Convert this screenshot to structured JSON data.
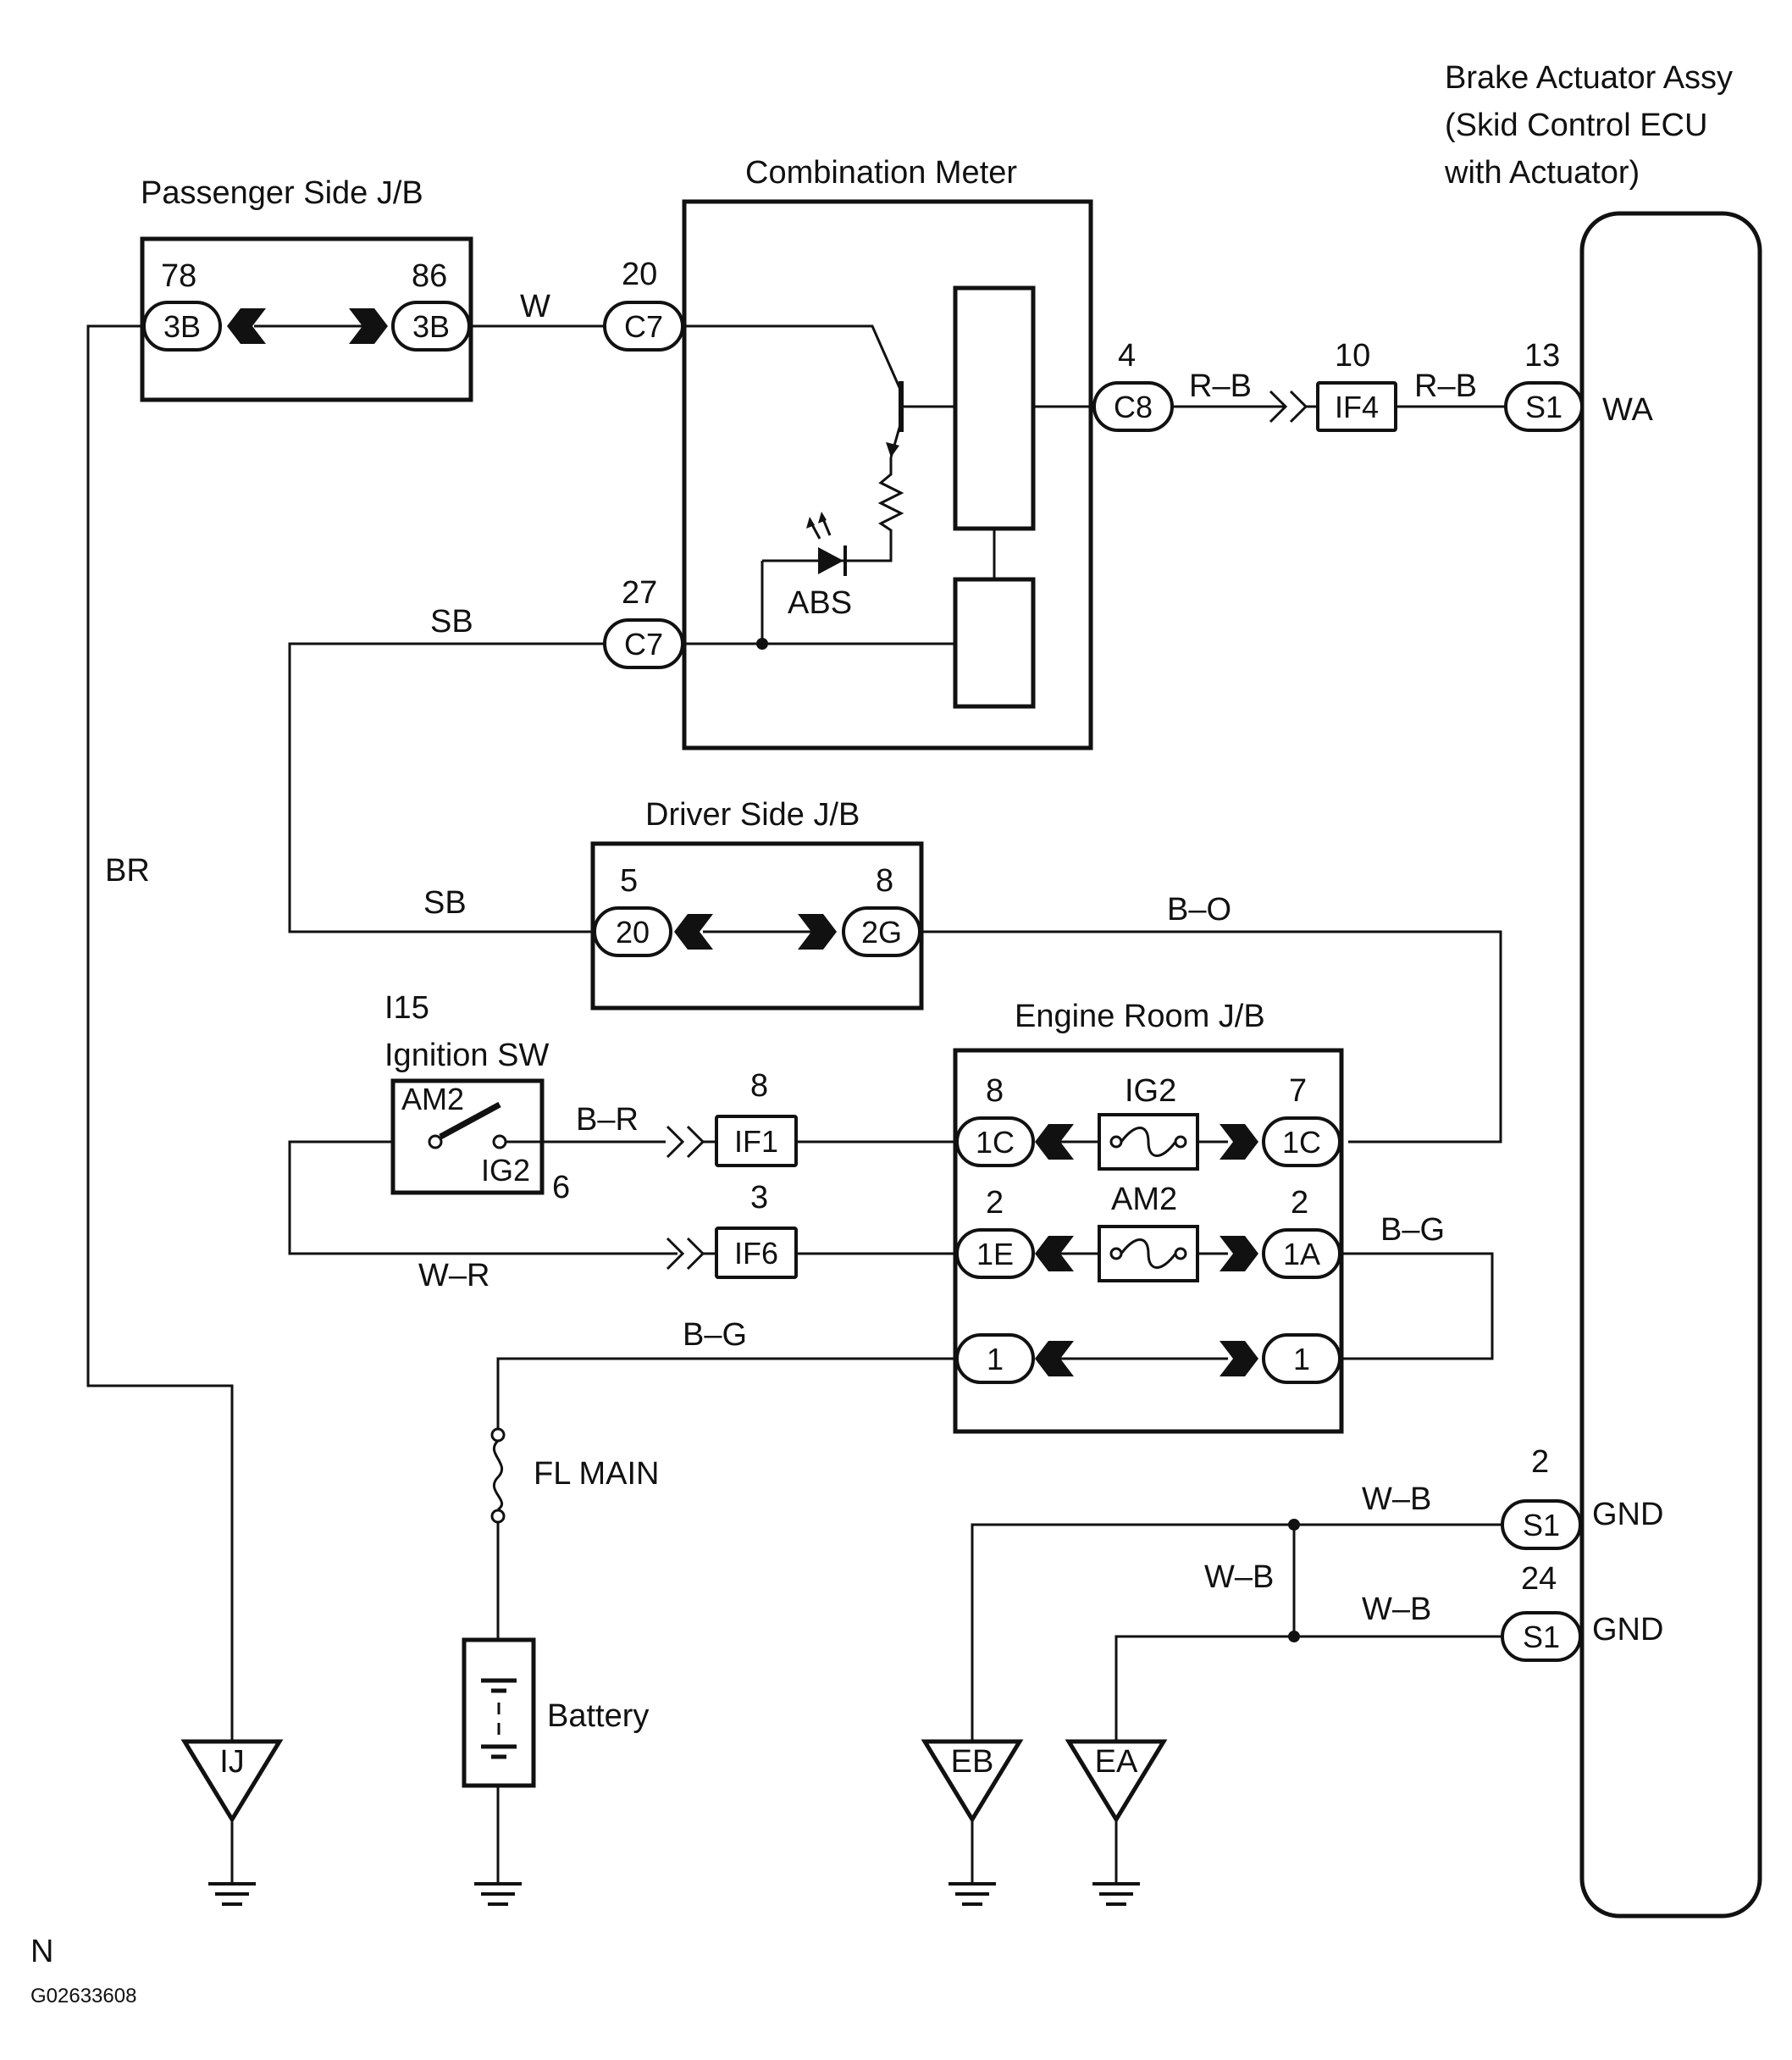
{
  "components": {
    "brake_actuator": {
      "line1": "Brake Actuator Assy",
      "line2": "(Skid Control ECU",
      "line3": "with Actuator)",
      "pin_wa": "WA",
      "pin_gnd1": "GND",
      "pin_gnd2": "GND"
    },
    "passenger_jb": {
      "title": "Passenger Side J/B",
      "pin_left": "78",
      "pin_right": "86",
      "conn_left": "3B",
      "conn_right": "3B"
    },
    "combination_meter": {
      "title": "Combination Meter",
      "indicator": "ABS"
    },
    "driver_jb": {
      "title": "Driver Side J/B",
      "pin_left": "5",
      "pin_right": "8",
      "conn_left": "20",
      "conn_right": "2G"
    },
    "ignition_sw": {
      "code": "I15",
      "title": "Ignition SW",
      "term_am2": "AM2",
      "term_ig2": "IG2",
      "pin": "6"
    },
    "engine_room_jb": {
      "title": "Engine Room J/B",
      "fuse_ig2": "IG2",
      "fuse_am2": "AM2",
      "row1": {
        "pin_left": "8",
        "conn_left": "1C",
        "pin_right": "7",
        "conn_right": "1C"
      },
      "row2": {
        "pin_left": "2",
        "conn_left": "1E",
        "pin_right": "2",
        "conn_right": "1A"
      },
      "row3": {
        "conn_left": "1",
        "conn_right": "1"
      }
    },
    "fl_main": "FL MAIN",
    "battery": "Battery"
  },
  "connectors": {
    "c7_20": {
      "pin": "20",
      "code": "C7"
    },
    "c7_27": {
      "pin": "27",
      "code": "C7"
    },
    "c8_4": {
      "pin": "4",
      "code": "C8"
    },
    "if4": {
      "pin": "10",
      "code": "IF4"
    },
    "s1_13": {
      "pin": "13",
      "code": "S1"
    },
    "if1": {
      "pin": "8",
      "code": "IF1"
    },
    "if6": {
      "pin": "3",
      "code": "IF6"
    },
    "s1_2": {
      "pin": "2",
      "code": "S1"
    },
    "s1_24": {
      "pin": "24",
      "code": "S1"
    }
  },
  "wires": {
    "w": "W",
    "rb1": "R–B",
    "rb2": "R–B",
    "sb1": "SB",
    "sb2": "SB",
    "br": "BR",
    "bo": "B–O",
    "br_ign": "B–R",
    "wr": "W–R",
    "bg1": "B–G",
    "bg2": "B–G",
    "wb1": "W–B",
    "wb2": "W–B",
    "wb3": "W–B"
  },
  "grounds": {
    "ij": "IJ",
    "eb": "EB",
    "ea": "EA"
  },
  "footer": {
    "mark": "N",
    "code": "G02633608"
  },
  "colors": {
    "ink": "#111111",
    "background": "#ffffff"
  }
}
